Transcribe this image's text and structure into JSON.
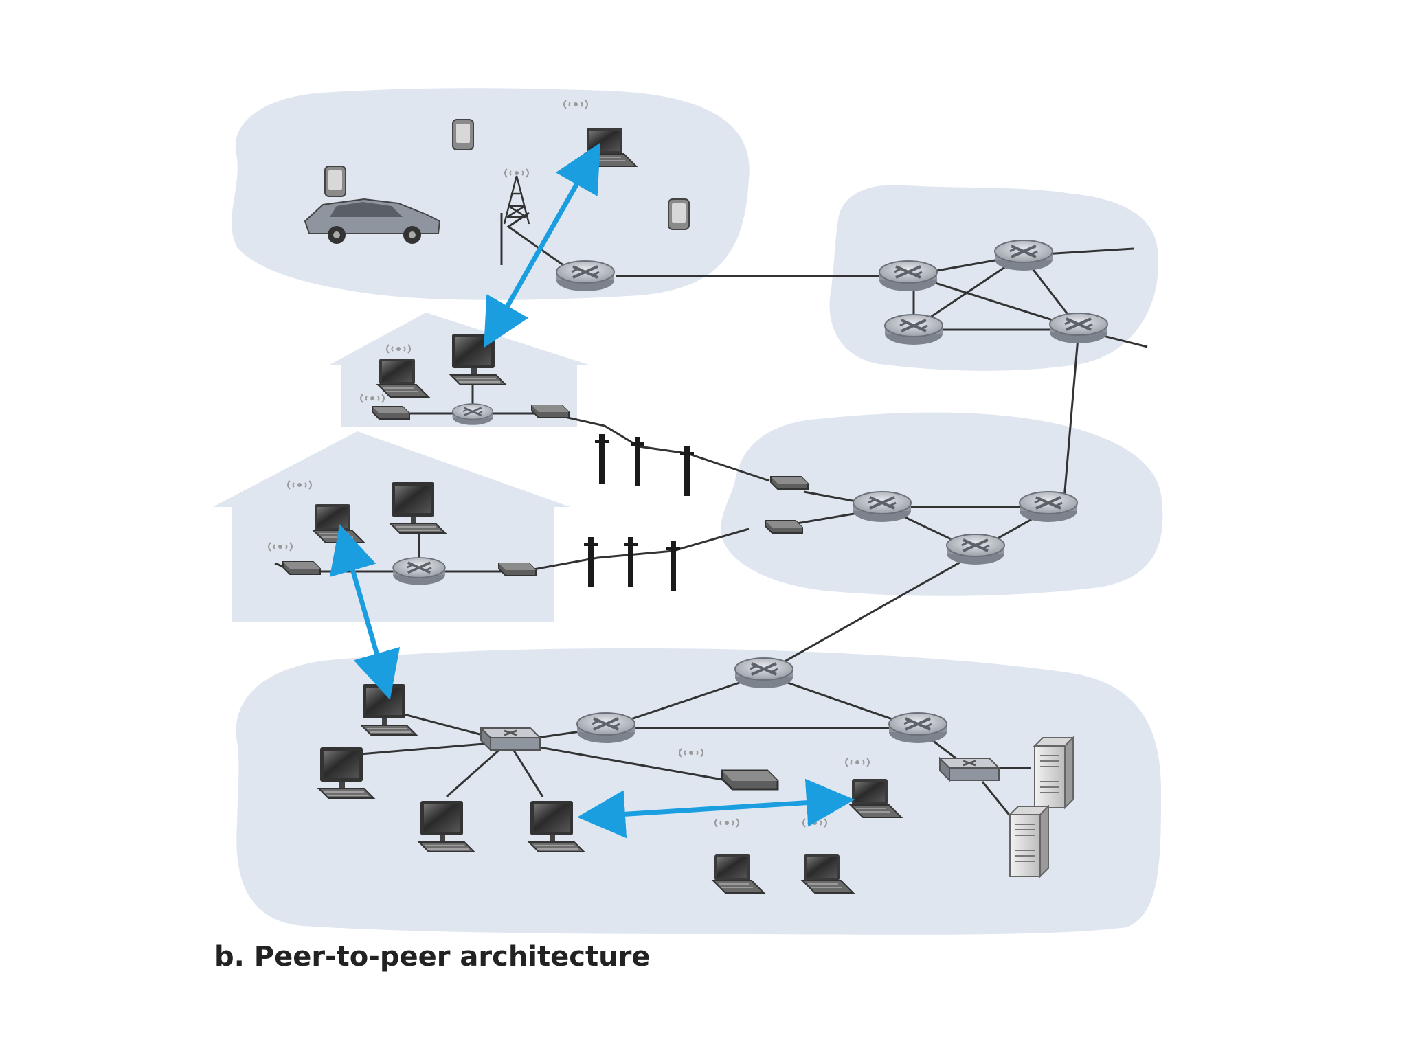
{
  "caption": "b. Peer-to-peer architecture",
  "colors": {
    "region_fill": "#dfe6f0",
    "peer_link": "#1a9ee0",
    "link": "#333333",
    "router": "#b9bec6",
    "device": "#4a4a4a"
  },
  "regions": [
    {
      "name": "mobile-network"
    },
    {
      "name": "home-network-1"
    },
    {
      "name": "home-network-2"
    },
    {
      "name": "global-isp"
    },
    {
      "name": "regional-isp"
    },
    {
      "name": "enterprise-network"
    }
  ],
  "peer_connections": [
    {
      "from": "mobile-laptop",
      "to": "home1-desktop"
    },
    {
      "from": "home2-laptop",
      "to": "enterprise-desktop-top"
    },
    {
      "from": "enterprise-desktop",
      "to": "enterprise-wireless-laptop"
    }
  ],
  "icons": {
    "router": "router-icon",
    "laptop": "laptop-icon",
    "desktop": "desktop-icon",
    "server": "server-icon",
    "phone": "phone-icon",
    "tower": "cell-tower-icon",
    "car": "car-icon",
    "modem": "modem-icon",
    "switch": "switch-icon",
    "pole": "utility-pole-icon"
  }
}
